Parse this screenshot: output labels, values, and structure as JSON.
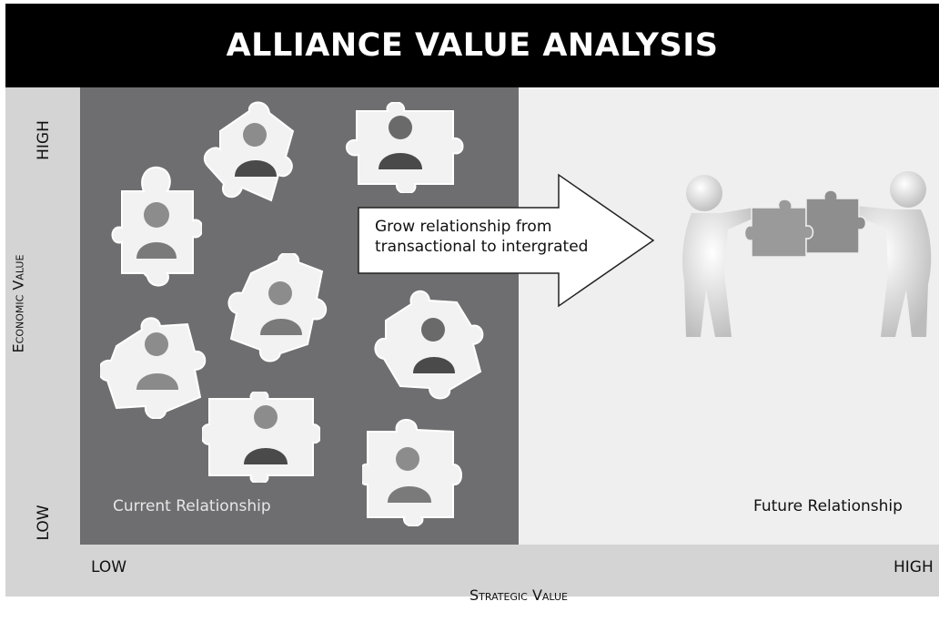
{
  "title": "ALLIANCE VALUE ANALYSIS",
  "y_axis": {
    "high": "HIGH",
    "low": "LOW",
    "label": "Economic Value"
  },
  "x_axis": {
    "low": "LOW",
    "high": "HIGH",
    "label": "Strategic Value"
  },
  "panels": {
    "current": "Current Relationship",
    "future": "Future Relationship"
  },
  "arrow": {
    "line1": "Grow relationship from",
    "line2": "transactional to intergrated"
  },
  "colors": {
    "title_bg": "#000000",
    "current_bg": "#6e6e70",
    "future_bg": "#efefef",
    "frame_bg": "#d4d4d4"
  }
}
